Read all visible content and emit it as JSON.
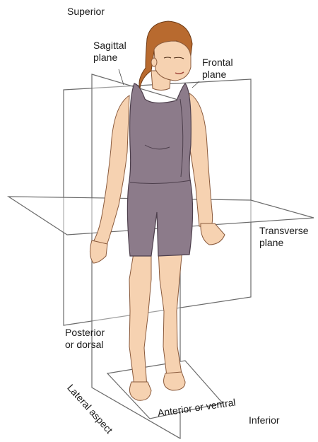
{
  "labels": {
    "superior": "Superior",
    "sagittal_plane": "Sagittal\nplane",
    "frontal_plane": "Frontal\nplane",
    "transverse_plane": "Transverse\nplane",
    "posterior": "Posterior\nor dorsal",
    "lateral_aspect": "Lateral aspect",
    "anterior": "Anterior or ventral",
    "inferior": "Inferior"
  },
  "colors": {
    "skin": "#f6d2b1",
    "skin_shadow": "#e7b48e",
    "leotard": "#8c7b8a",
    "leotard_line": "#4d3f4c",
    "hair": "#b86a2f",
    "plane_line": "#6b6b6b",
    "plane_fill": "#ffffff"
  }
}
